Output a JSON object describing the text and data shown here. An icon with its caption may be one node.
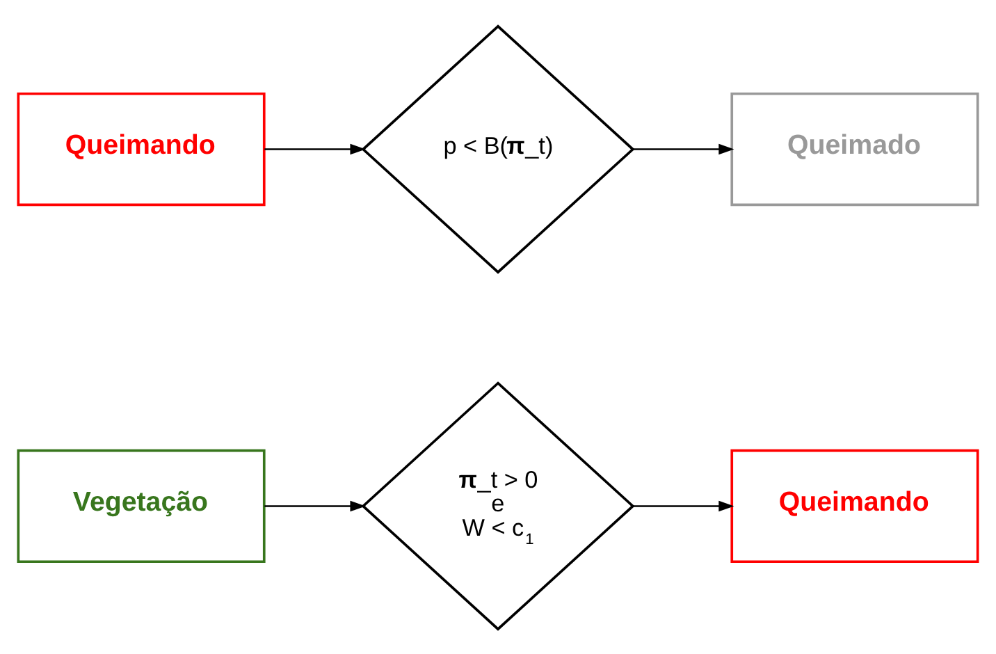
{
  "diagram": {
    "nodes": [
      {
        "text": [
          "Vegetação"
        ]
      },
      {
        "text": [
          "**π**_t > 0",
          "e",
          "W < c$_{1}$"
        ]
      },
      {
        "text": [
          "Queimando"
        ]
      },
      {
        "text": [
          "Queimando"
        ]
      },
      {
        "text": [
          "p < B(**π**_t)"
        ]
      },
      {
        "text": [
          "Queimado"
        ]
      }
    ],
    "edges": [
      {
        "from": 0,
        "to": 1,
        "arrow": "to"
      },
      {
        "from": 1,
        "to": 2,
        "arrow": "to"
      },
      {
        "from": 3,
        "to": 4,
        "arrow": "to"
      },
      {
        "from": 4,
        "to": 5,
        "arrow": "to"
      }
    ]
  }
}
